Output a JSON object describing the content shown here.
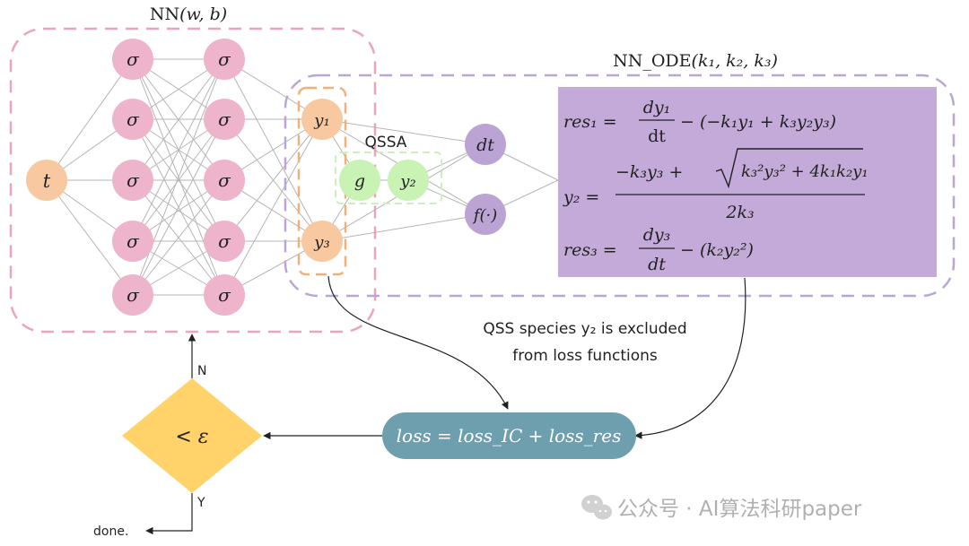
{
  "nn_box": {
    "label_main": "NN",
    "label_args": "(w, b)"
  },
  "ode_box": {
    "label_main": "NN_ODE",
    "label_args": "(k₁, k₂, k₃)"
  },
  "qssa_label": "QSSA",
  "nodes": {
    "input": "t",
    "hidden": "σ",
    "y1": "y₁",
    "y3": "y₃",
    "g": "g",
    "y2": "y₂",
    "dt": "dt",
    "f": "f(·)"
  },
  "equations": {
    "res1_lhs": "res₁ =",
    "res1_num": "dy₁",
    "res1_den": "dt",
    "res1_rhs": "− (−k₁y₁ + k₃y₂y₃)",
    "y2_lhs": "y₂ =",
    "y2_num_left": "−k₃y₃ +",
    "y2_num_rad": "k₃²y₃² + 4k₁k₂y₁",
    "y2_den": "2k₃",
    "res3_lhs": "res₃ =",
    "res3_num": "dy₃",
    "res3_den": "dt",
    "res3_rhs": "− (k₂y₂²)"
  },
  "note": {
    "line1": "QSS species y₂ is excluded",
    "line2": "from loss functions"
  },
  "loss": "loss = loss_IC + loss_res",
  "decision": {
    "symbol": "< ε",
    "no_label": "N",
    "yes_label": "Y",
    "done": "done."
  },
  "watermark": "公众号 · AI算法科研paper",
  "colors": {
    "orange_node": "#f8c9a0",
    "pink_node": "#eeb4cb",
    "green_node": "#c9f2b5",
    "purple_node": "#bba3d4",
    "equation_panel": "#c4aad8",
    "loss_pill": "#6e9fae",
    "decision": "#ffd36a",
    "nn_border": "#eca5b8",
    "ode_border": "#b9a6d6",
    "qssa_border": "#f0b07a"
  }
}
